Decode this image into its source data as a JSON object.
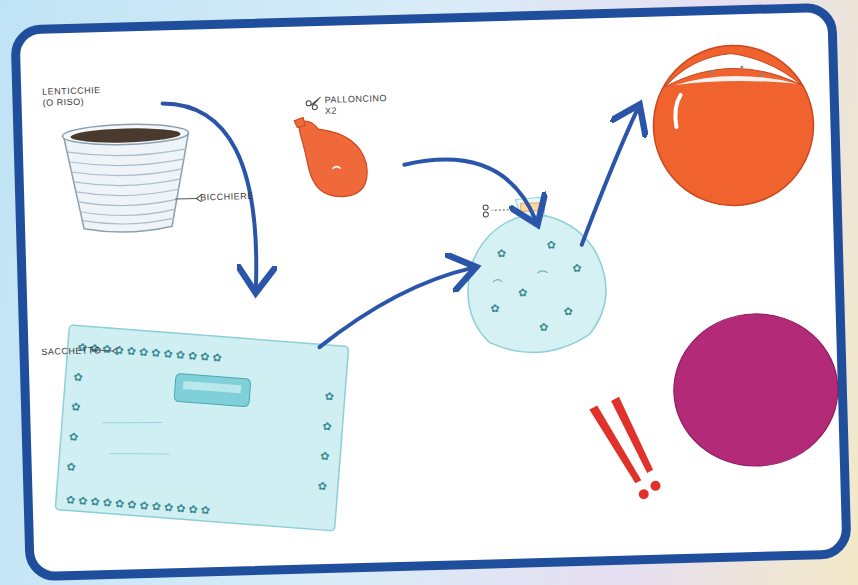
{
  "diagram": {
    "labels": [
      "LENTICCHIE (O RISO)",
      "BICCHIERE",
      "PALLONCINO X2",
      "SACCHETTO"
    ]
  }
}
